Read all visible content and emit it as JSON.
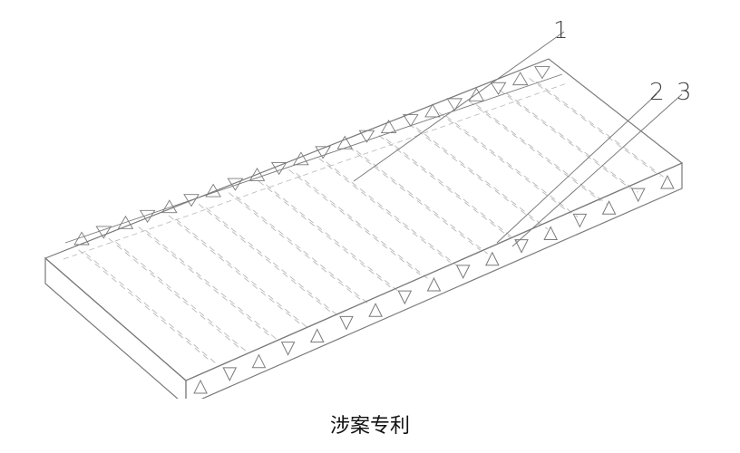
{
  "figure": {
    "caption": "涉案专利",
    "callouts": [
      "1",
      "2",
      "3"
    ]
  },
  "colors": {
    "line": "#7a7a7a",
    "hidden_line": "#b8b8b8",
    "text": "#111111"
  }
}
